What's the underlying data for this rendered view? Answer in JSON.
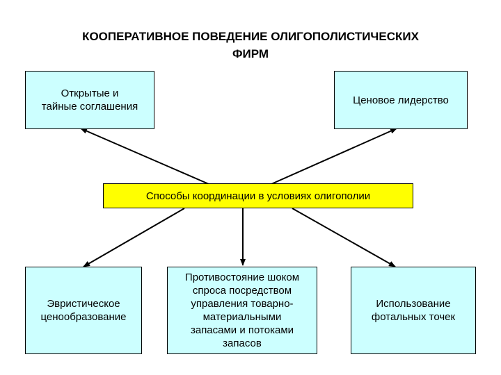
{
  "title": "КООПЕРАТИВНОЕ ПОВЕДЕНИЕ ОЛИГОПОЛИСТИЧЕСКИХ\nФИРМ",
  "colors": {
    "box_fill": "#ccffff",
    "center_fill": "#ffff00",
    "border": "#000000",
    "arrow": "#000000"
  },
  "nodes": {
    "top_left": "Открытые и\nтайные соглашения",
    "top_right": "Ценовое лидерство",
    "center": "Способы координации в условиях олигополии",
    "bottom_left": "Эвристическое\nценообразование",
    "bottom_middle": "Противостояние шоком\nспроса посредством\nуправления товарно-\nматериальными\nзапасами и потоками\nзапасов",
    "bottom_right": "Использование\nфотальных точек"
  }
}
